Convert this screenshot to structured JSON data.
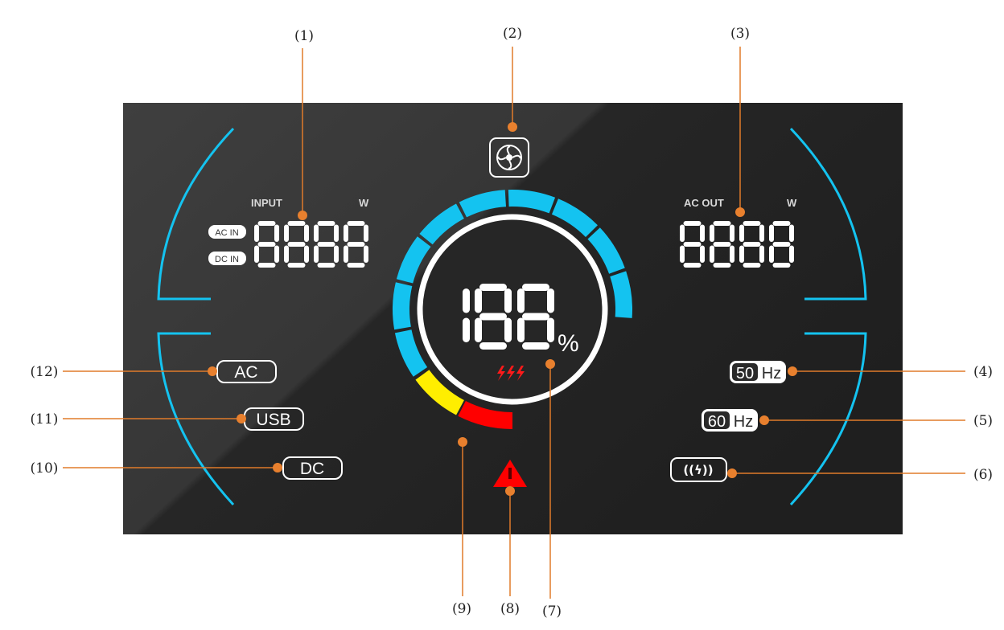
{
  "callouts": {
    "c1": "(1)",
    "c2": "(2)",
    "c3": "(3)",
    "c4": "(4)",
    "c5": "(5)",
    "c6": "(6)",
    "c7": "(7)",
    "c8": "(8)",
    "c9": "(9)",
    "c10": "(10)",
    "c11": "(11)",
    "c12": "(12)"
  },
  "input": {
    "title": "INPUT",
    "unit": "W",
    "ac_in": "AC IN",
    "dc_in": "DC IN",
    "digits": "8888"
  },
  "output": {
    "title": "AC OUT",
    "unit": "W",
    "digits": "8888"
  },
  "battery": {
    "digits": "188",
    "unit": "%",
    "level_segments": 11
  },
  "ports": {
    "ac": "AC",
    "usb": "USB",
    "dc": "DC"
  },
  "freq": {
    "f50_num": "50",
    "f60_num": "60",
    "hz": "Hz"
  },
  "wireless": {
    "label": "((ϟ))"
  },
  "colors": {
    "panel": "#2e2e2e",
    "accent": "#14c3f0",
    "warn": "#ff0000",
    "yellow": "#ffee00",
    "callout_line": "#e07b2a"
  }
}
